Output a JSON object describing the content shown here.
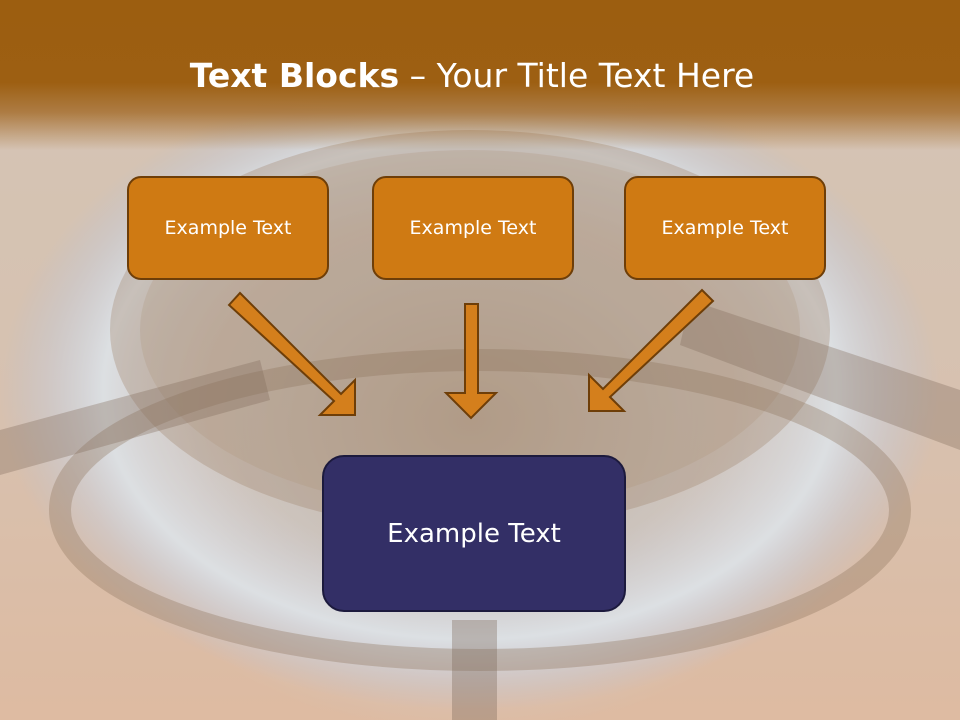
{
  "slide": {
    "title_bold": "Text Blocks",
    "title_rest": " – Your Title Text Here"
  },
  "top_boxes": [
    {
      "label": "Example Text"
    },
    {
      "label": "Example Text"
    },
    {
      "label": "Example Text"
    }
  ],
  "bottom_box": {
    "label": "Example Text"
  },
  "colors": {
    "title_bar": "#9c5e10",
    "box_orange": "#cf7a13",
    "box_blue": "#332f66",
    "arrow_fill": "#d47f1c",
    "arrow_stroke": "#6e3e08"
  },
  "background": {
    "image": "gas-burner-flame-photo"
  }
}
